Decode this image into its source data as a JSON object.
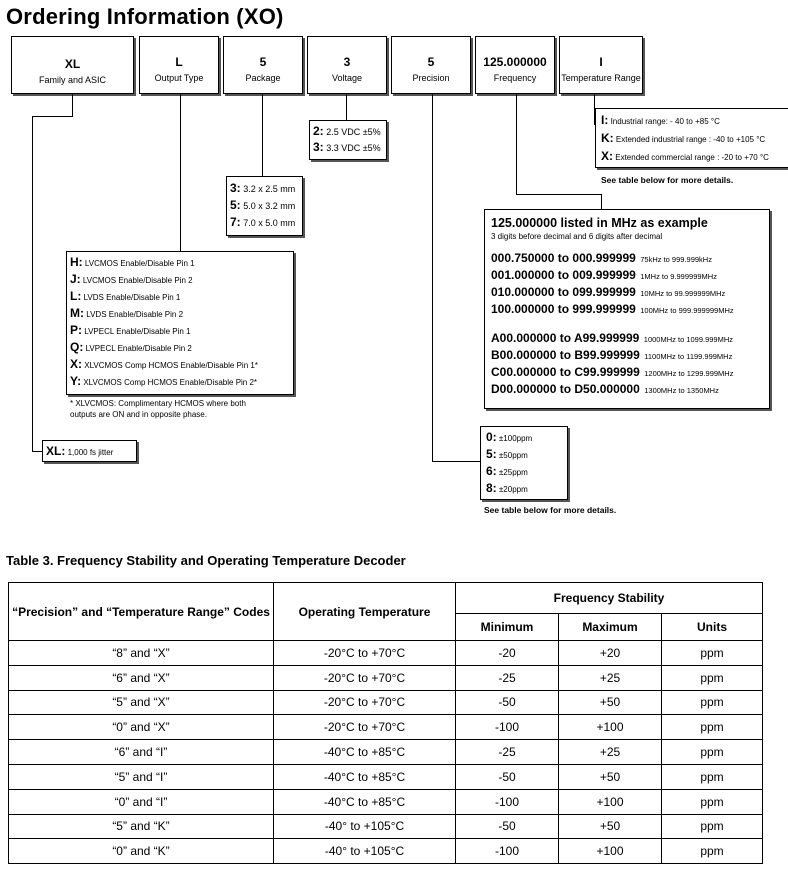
{
  "title": "Ordering Information (XO)",
  "codes": [
    {
      "code": "XL",
      "label": "Family and ASIC"
    },
    {
      "code": "L",
      "label": "Output Type"
    },
    {
      "code": "5",
      "label": "Package"
    },
    {
      "code": "3",
      "label": "Voltage"
    },
    {
      "code": "5",
      "label": "Precision"
    },
    {
      "code": "125.000000",
      "label": "Frequency"
    },
    {
      "code": "I",
      "label": "Temperature Range"
    }
  ],
  "voltage_options": [
    {
      "key": "2:",
      "text": "2.5 VDC ±5%"
    },
    {
      "key": "3:",
      "text": "3.3 VDC ±5%"
    }
  ],
  "package_options": [
    {
      "key": "3:",
      "text": "3.2 x 2.5 mm"
    },
    {
      "key": "5:",
      "text": "5.0 x 3.2 mm"
    },
    {
      "key": "7:",
      "text": "7.0 x 5.0 mm"
    }
  ],
  "temp_options": [
    {
      "key": "I:",
      "text": "Industrial range: - 40 to +85 °C"
    },
    {
      "key": "K:",
      "text": "Extended industrial range : -40 to +105 °C"
    },
    {
      "key": "X:",
      "text": "Extended commercial range : -20 to +70 °C"
    }
  ],
  "temp_note": "See table below for more details.",
  "output_options": [
    {
      "key": "H:",
      "text": "LVCMOS Enable/Disable Pin 1"
    },
    {
      "key": "J:",
      "text": "LVCMOS Enable/Disable Pin 2"
    },
    {
      "key": "L:",
      "text": "LVDS Enable/Disable Pin 1"
    },
    {
      "key": "M:",
      "text": "LVDS Enable/Disable Pin 2"
    },
    {
      "key": "P:",
      "text": "LVPECL Enable/Disable Pin 1"
    },
    {
      "key": "Q:",
      "text": "LVPECL Enable/Disable Pin 2"
    },
    {
      "key": "X:",
      "text": "XLVCMOS Comp HCMOS Enable/Disable Pin 1*"
    },
    {
      "key": "Y:",
      "text": "XLVCMOS Comp HCMOS Enable/Disable Pin 2*"
    }
  ],
  "output_note_1": "* XLVCMOS: Complimentary HCMOS where both",
  "output_note_2": "outputs are ON and in opposite phase.",
  "family_option": {
    "key": "XL:",
    "text": "1,000 fs jitter"
  },
  "frequency": {
    "head": "125.000000  listed in MHz as example",
    "sub": "3 digits before decimal and  6 digits after decimal",
    "ranges_a": [
      {
        "range": "000.750000  to 000.999999",
        "desc": "75kHz to 999.999kHz"
      },
      {
        "range": "001.000000  to 009.999999",
        "desc": "1MHz to 9.999999MHz"
      },
      {
        "range": "010.000000  to 099.999999",
        "desc": "10MHz to 99.999999MHz"
      },
      {
        "range": "100.000000  to 999.999999",
        "desc": "100MHz to 999.999999MHz"
      }
    ],
    "ranges_b": [
      {
        "range": "A00.000000  to A99.999999",
        "desc": "1000MHz to 1099.999MHz"
      },
      {
        "range": "B00.000000  to B99.999999",
        "desc": "1100MHz to 1199.999MHz"
      },
      {
        "range": "C00.000000  to C99.999999",
        "desc": "1200MHz to 1299.999MHz"
      },
      {
        "range": "D00.000000  to D50.000000",
        "desc": "1300MHz to 1350MHz"
      }
    ]
  },
  "precision_options": [
    {
      "key": "0:",
      "text": "±100ppm"
    },
    {
      "key": "5:",
      "text": "±50ppm"
    },
    {
      "key": "6:",
      "text": "±25ppm"
    },
    {
      "key": "8:",
      "text": "±20ppm"
    }
  ],
  "precision_note": "See table below for more details.",
  "table": {
    "title": "Table 3.  Frequency Stability and Operating Temperature Decoder",
    "h_codes": "“Precision” and “Temperature Range” Codes",
    "h_temp": "Operating Temperature",
    "h_stab": "Frequency Stability",
    "h_min": "Minimum",
    "h_max": "Maximum",
    "h_units": "Units",
    "rows": [
      [
        "“8” and “X”",
        "-20°C to +70°C",
        "-20",
        "+20",
        "ppm"
      ],
      [
        "“6” and “X”",
        "-20°C to +70°C",
        "-25",
        "+25",
        "ppm"
      ],
      [
        "“5” and “X”",
        "-20°C to +70°C",
        "-50",
        "+50",
        "ppm"
      ],
      [
        "“0” and “X”",
        "-20°C to +70°C",
        "-100",
        "+100",
        "ppm"
      ],
      [
        "“6” and “I”",
        "-40°C to +85°C",
        "-25",
        "+25",
        "ppm"
      ],
      [
        "“5” and “I”",
        "-40°C to +85°C",
        "-50",
        "+50",
        "ppm"
      ],
      [
        "“0” and “I”",
        "-40°C to +85°C",
        "-100",
        "+100",
        "ppm"
      ],
      [
        "“5” and “K”",
        "-40° to +105°C",
        "-50",
        "+50",
        "ppm"
      ],
      [
        "“0” and “K”",
        "-40° to +105°C",
        "-100",
        "+100",
        "ppm"
      ]
    ]
  }
}
